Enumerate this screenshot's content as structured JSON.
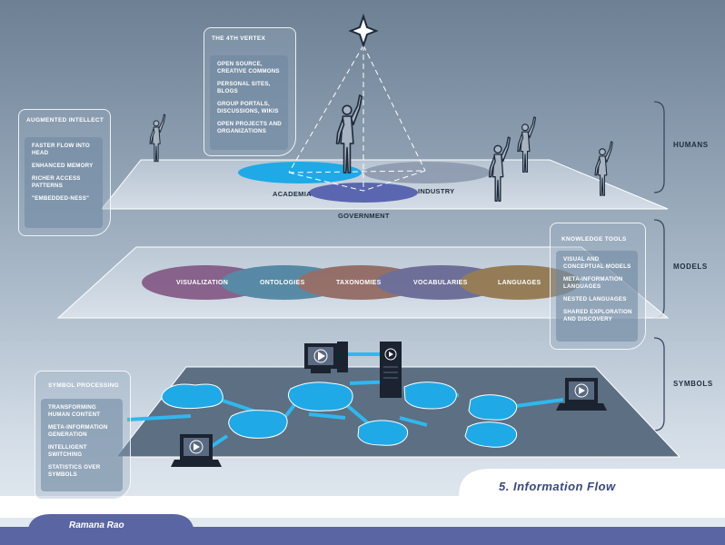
{
  "layers": {
    "humans": "HUMANS",
    "models": "MODELS",
    "symbols": "SYMBOLS"
  },
  "humans_plane": {
    "academia": "ACADEMIA",
    "industry": "INDUSTRY",
    "government": "GOVERNMENT"
  },
  "models_plane": {
    "ovals": [
      "VISUALIZATION",
      "ONTOLOGIES",
      "TAXONOMIES",
      "VOCABULARIES",
      "LANGUAGES"
    ]
  },
  "panels": {
    "vertex": {
      "title": "THE 4TH VERTEX",
      "items": [
        "OPEN SOURCE,\nCREATIVE COMMONS",
        "PERSONAL SITES,\nBLOGS",
        "GROUP PORTALS,\nDISCUSSIONS, WIKIS",
        "OPEN PROJECTS AND\nORGANIZATIONS"
      ]
    },
    "augmented": {
      "title": "AUGMENTED INTELLECT",
      "items": [
        "FASTER FLOW INTO\nHEAD",
        "ENHANCED MEMORY",
        "RICHER ACCESS\nPATTERNS",
        "\"EMBEDDED-NESS\""
      ]
    },
    "knowledge": {
      "title": "KNOWLEDGE TOOLS",
      "items": [
        "VISUAL AND\nCONCEPTUAL MODELS",
        "META-INFORMATION\nLANGUAGES",
        "NESTED LANGUAGES",
        "SHARED EXPLORATION\nAND DISCOVERY"
      ]
    },
    "symbol": {
      "title": "SYMBOL PROCESSING",
      "items": [
        "TRANSFORMING\nHUMAN CONTENT",
        "META-INFORMATION\nGENERATION",
        "INTELLIGENT\nSWITCHING",
        "STATISTICS OVER\nSYMBOLS"
      ]
    }
  },
  "footer": {
    "title": "5.  Information Flow",
    "author": "Ramana Rao"
  },
  "colors": {
    "cyan": "#1fa9e6",
    "navy_footer": "#5a66a3",
    "oval_visualization": "#7a4a7a",
    "oval_ontologies": "#3f7a9a",
    "oval_taxonomies": "#8a5a50",
    "oval_vocabularies": "#5a5a8a",
    "oval_languages": "#8a6a3a"
  },
  "icons": [
    "star-icon",
    "human-figure-icon",
    "computer-icon",
    "server-icon",
    "laptop-icon"
  ]
}
